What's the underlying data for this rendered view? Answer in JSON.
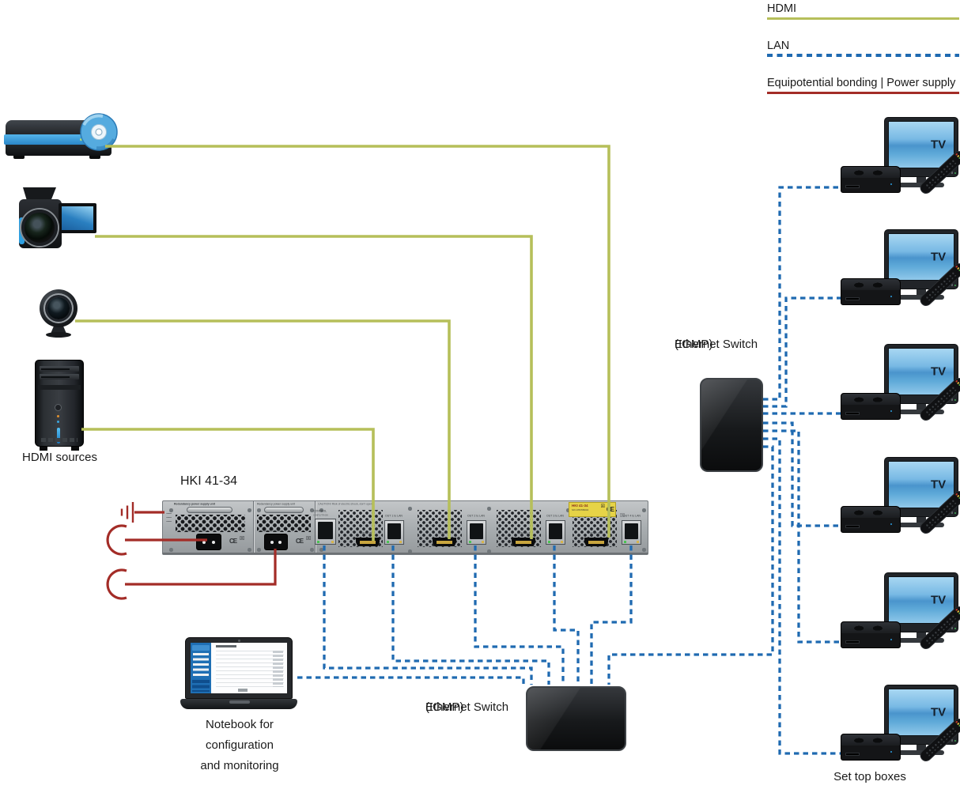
{
  "colors": {
    "hdmi": "#b6bf5a",
    "lan": "#1f6ab1",
    "power": "#a32c27"
  },
  "legend": {
    "items": [
      {
        "label": "HDMI",
        "type": "hdmi"
      },
      {
        "label": "LAN",
        "type": "lan"
      },
      {
        "label": "Equipotential bonding | Power supply",
        "type": "power"
      }
    ]
  },
  "sources": {
    "label": "HDMI sources"
  },
  "rack": {
    "title": "HKI 41-34",
    "caution": "CAUTION! Risk of electric shock, don't open!",
    "psu": {
      "title": "Redundancy power supply unit",
      "voltage_bold": "100-240 VAC",
      "rating": "100-240VAC 50/60Hz"
    },
    "ports": {
      "control": "CONTROL",
      "control_sub": "CONFIG/TR-069",
      "hdmi_in": [
        "HDMI IN 1",
        "HDMI IN 2",
        "HDMI IN 3",
        "HDMI IN 4"
      ],
      "lan_out": [
        "OUT 1 to LAN",
        "OUT 2 to LAN",
        "OUT 3 to LAN",
        "OUT 4 to LAN"
      ]
    },
    "label": {
      "model": "HKI 41-34",
      "serial": "S/N 1783786034",
      "ce": "CE"
    }
  },
  "icons": {
    "weee": "☒"
  },
  "notebook": {
    "caption_lines": [
      "Notebook for",
      "configuration",
      "and monitoring"
    ]
  },
  "switches": {
    "bottom": {
      "line1": "Ethernet Switch",
      "line2": "(IGMP)"
    },
    "right": {
      "line1": "Ethernet Switch",
      "line2": "(IGMP)"
    }
  },
  "tv": {
    "screen_label": "TV"
  },
  "stb": {
    "caption": "Set top boxes"
  }
}
